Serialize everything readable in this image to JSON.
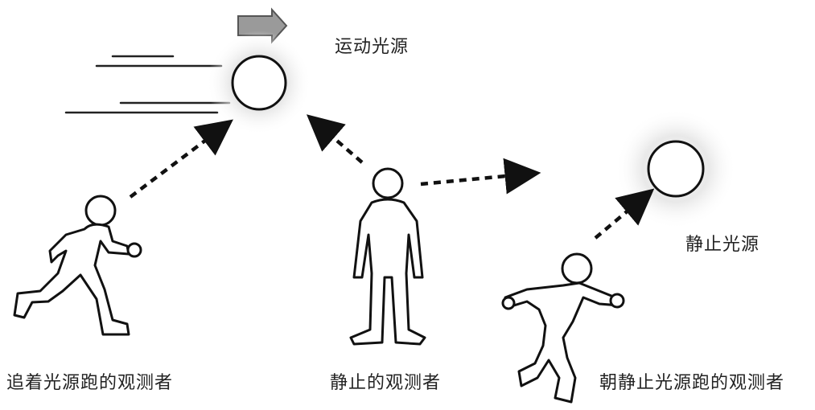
{
  "labels": {
    "moving_source": "运动光源",
    "static_source": "静止光源",
    "observer_chasing": "追着光源跑的观测者",
    "observer_static": "静止的观测者",
    "observer_toward": "朝静止光源跑的观测者"
  },
  "colors": {
    "stroke": "#111111",
    "figure_fill": "#ffffff",
    "motion_arrow": "#888888",
    "glow": "#d8d8d8"
  }
}
